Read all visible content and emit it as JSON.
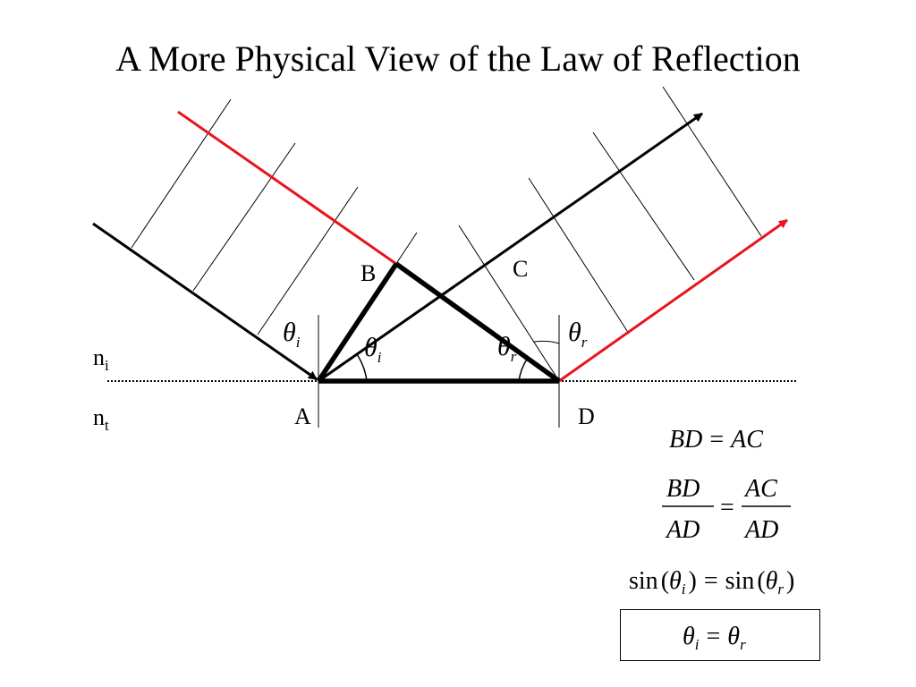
{
  "title": "A More Physical View of the Law of Reflection",
  "labels": {
    "point_a": "A",
    "point_b": "B",
    "point_c": "C",
    "point_d": "D",
    "n_incident": "n",
    "n_incident_sub": "i",
    "n_transmitted": "n",
    "n_transmitted_sub": "t"
  },
  "angles": {
    "theta": "θ",
    "sub_i": "i",
    "sub_r": "r"
  },
  "equations": {
    "eq1_left": "BD",
    "eq1_op": "=",
    "eq1_right": "AC",
    "eq2_num_left": "BD",
    "eq2_den_left": "AD",
    "eq2_op": "=",
    "eq2_num_right": "AC",
    "eq2_den_right": "AD",
    "eq3_sin": "sin",
    "eq3_op": "=",
    "eq4_op": "="
  },
  "colors": {
    "ray_red": "#e8141c",
    "ray_black": "#000000"
  }
}
